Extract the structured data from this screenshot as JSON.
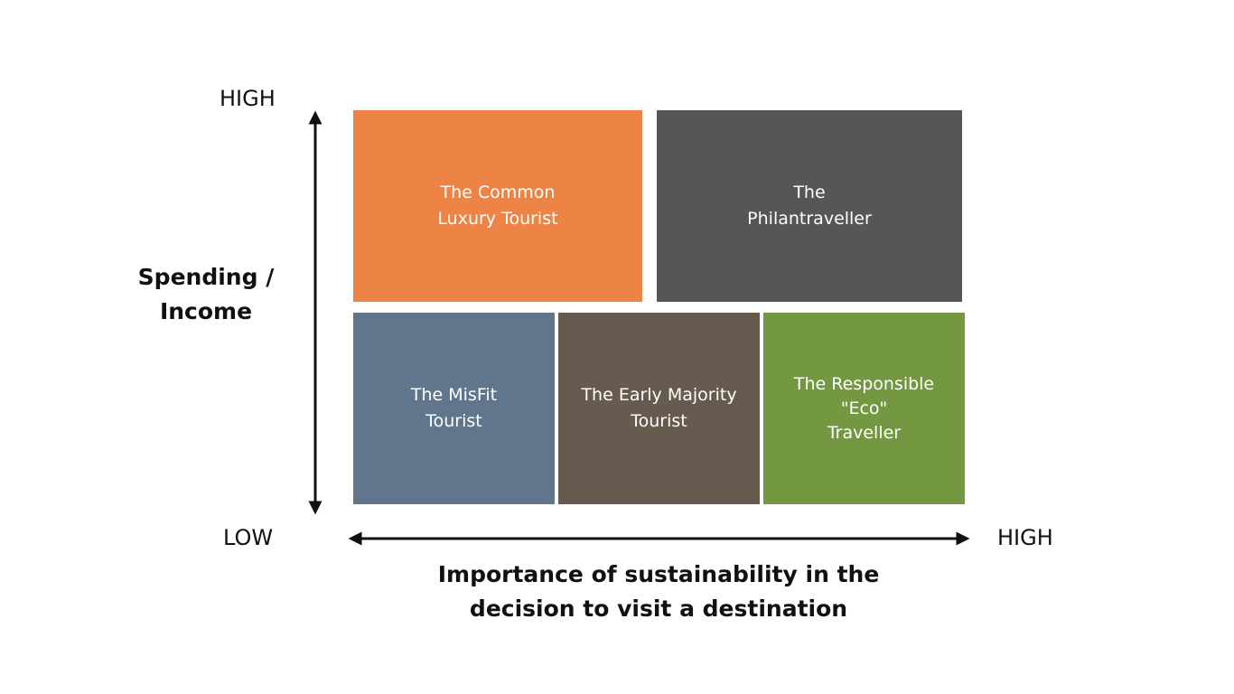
{
  "y_axis": {
    "high_label": "HIGH",
    "low_label": "LOW",
    "title": "Spending /\nIncome"
  },
  "x_axis": {
    "high_label": "HIGH",
    "title": "Importance of sustainability in the\ndecision to visit a destination"
  },
  "segments": {
    "luxury": {
      "label": "The Common\nLuxury Tourist",
      "color": "#ED8445"
    },
    "philan": {
      "label": "The\nPhilantraveller",
      "color": "#575555"
    },
    "misfit": {
      "label": "The MisFit\nTourist",
      "color": "#61768C"
    },
    "early": {
      "label": "The Early Majority\nTourist",
      "color": "#665B4E"
    },
    "eco": {
      "label": "The Responsible\n\"Eco\"\nTraveller",
      "color": "#749842"
    }
  }
}
